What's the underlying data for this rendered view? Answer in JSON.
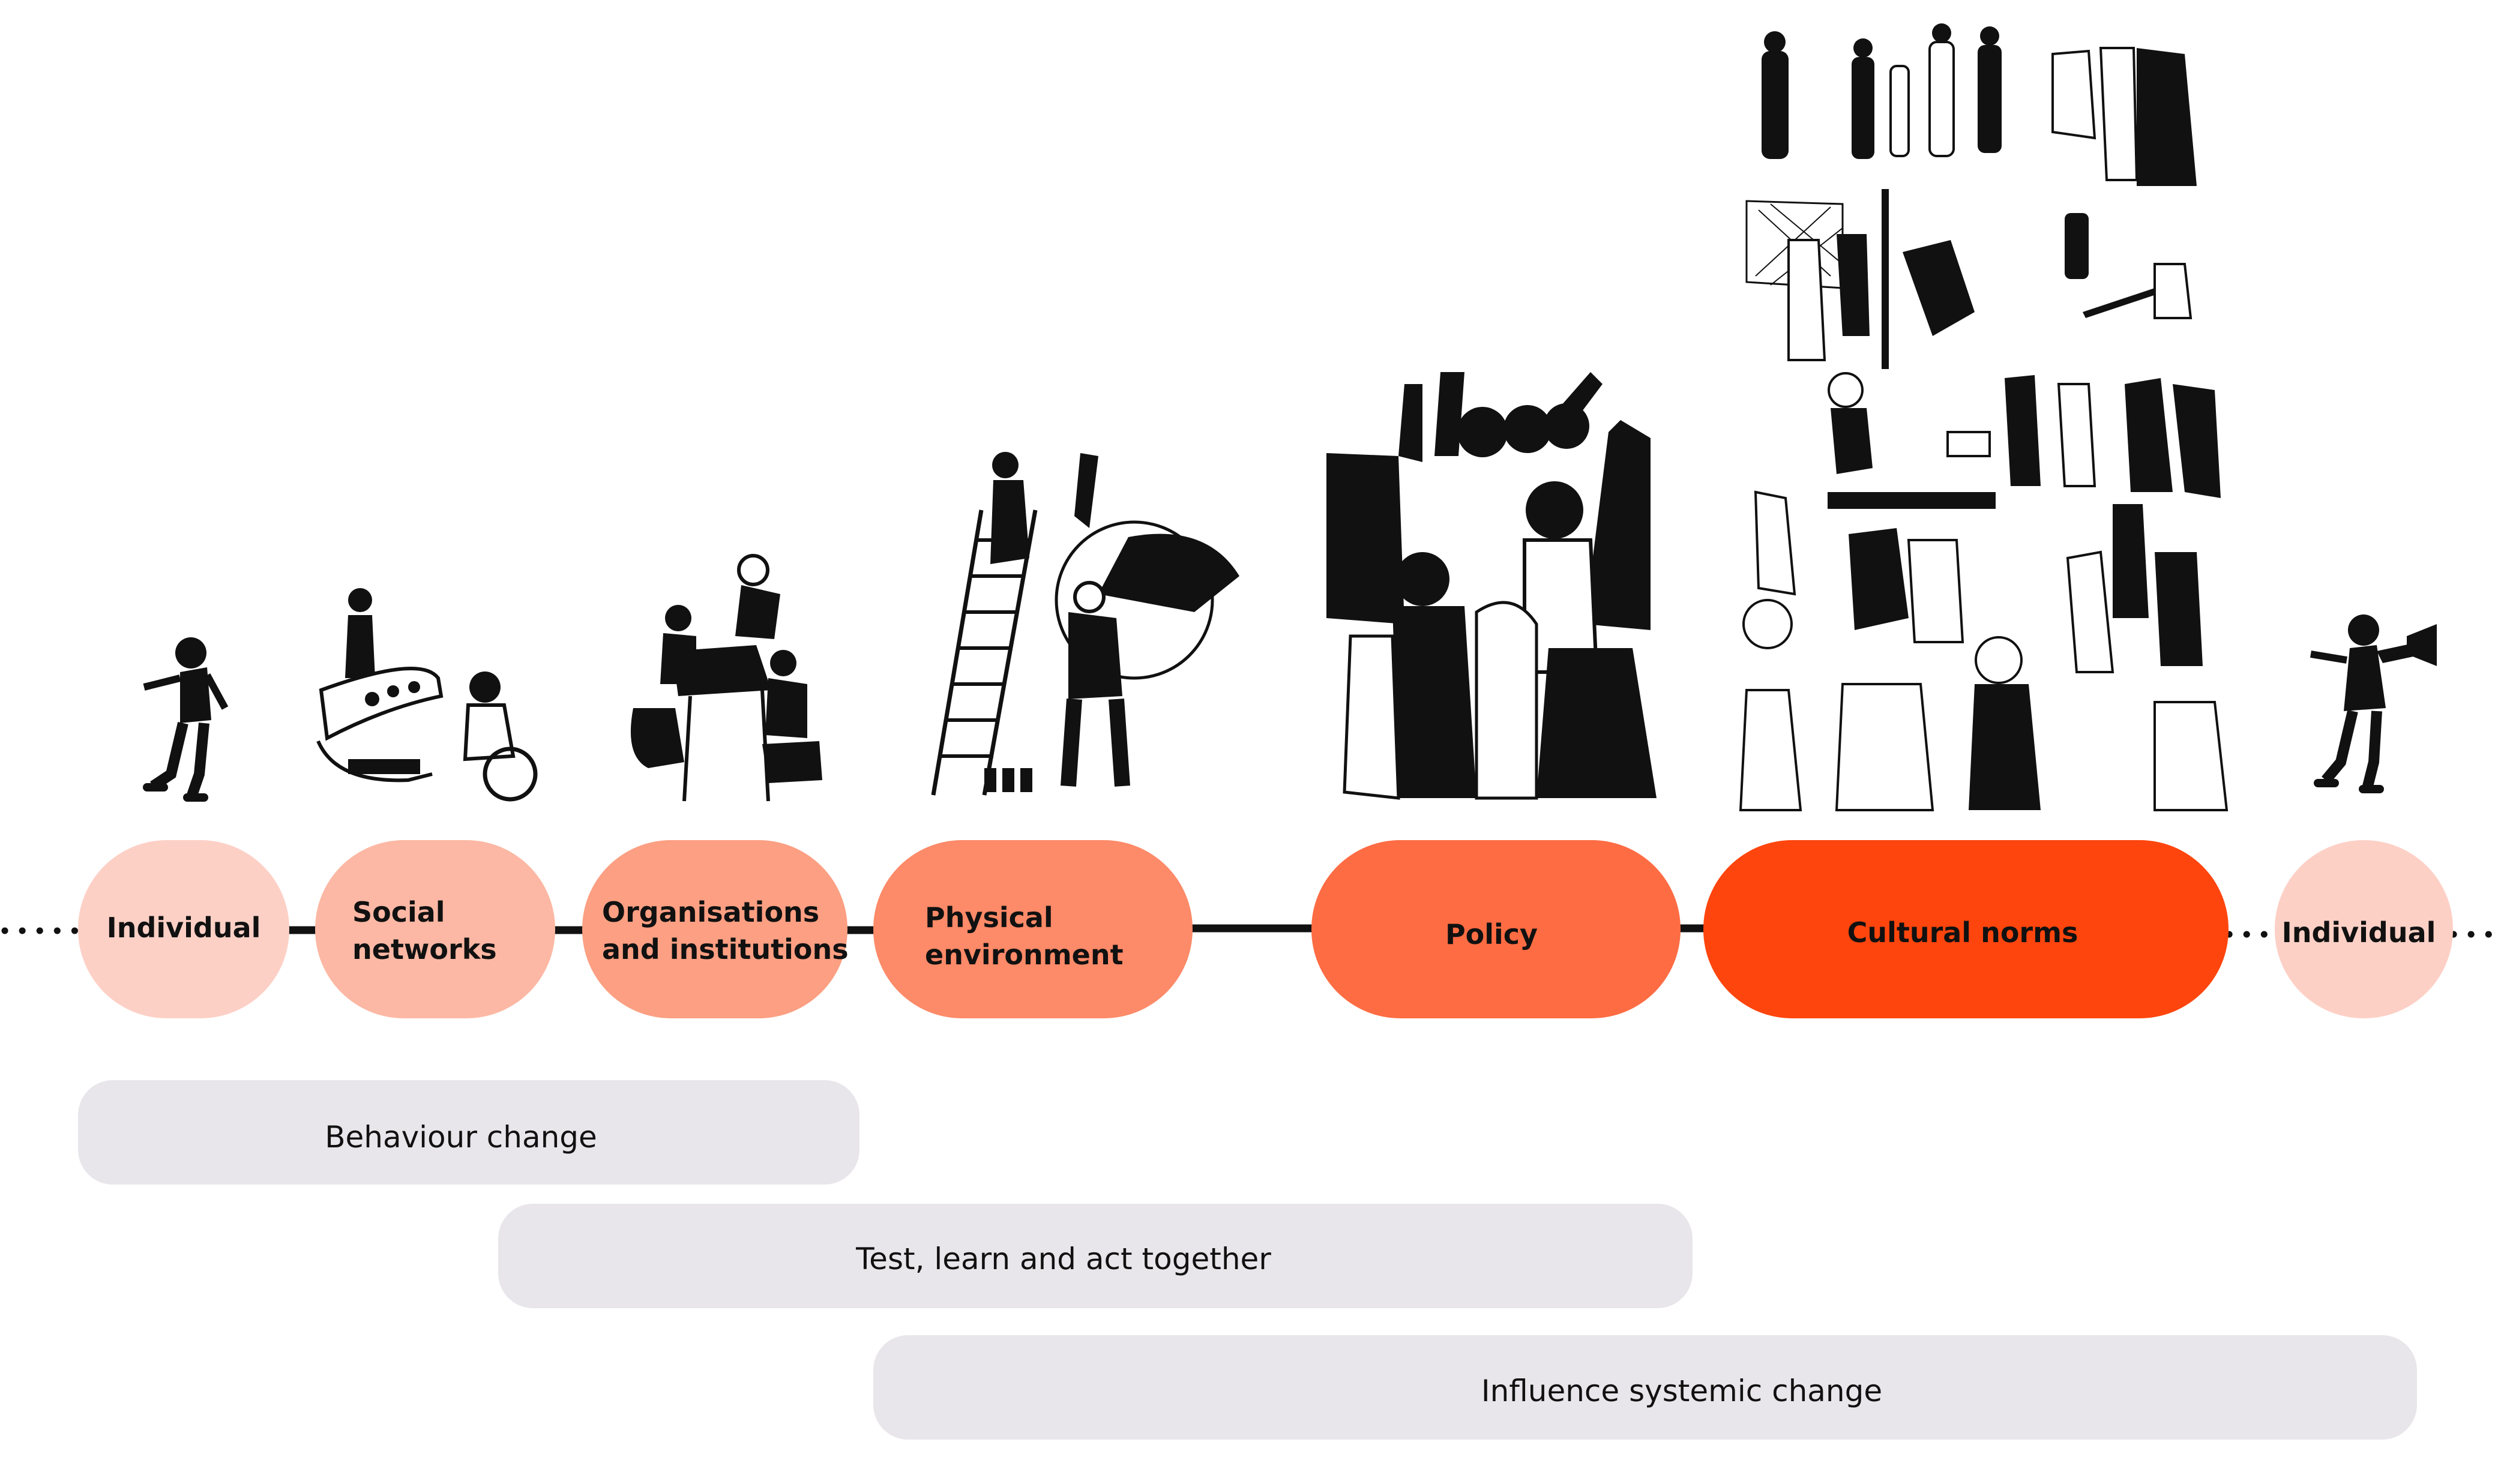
{
  "colors": {
    "level_1": "#fdd0c6",
    "level_2": "#fcb8a4",
    "level_3": "#fc9f82",
    "level_4": "#fd8a68",
    "level_5": "#fe6c43",
    "level_6": "#fe450d",
    "bar": "#e8e6ea",
    "connector": "#111111",
    "illustration": "#111111"
  },
  "stages": [
    {
      "lines": [
        "Individual"
      ]
    },
    {
      "lines": [
        "Social",
        "networks"
      ]
    },
    {
      "lines": [
        "Organisations",
        "and institutions"
      ]
    },
    {
      "lines": [
        "Physical",
        "environment"
      ]
    },
    {
      "lines": [
        "Policy"
      ]
    },
    {
      "lines": [
        "Cultural norms"
      ]
    },
    {
      "lines": [
        "Individual"
      ]
    }
  ],
  "bars": [
    {
      "label": "Behaviour change"
    },
    {
      "label": "Test, learn and act together"
    },
    {
      "label": "Influence systemic change"
    }
  ],
  "illustrations": [
    "person-skating-icon",
    "group-at-table-icon",
    "meeting-around-table-icon",
    "person-on-ladder-and-painter-icon",
    "crowd-protest-icon",
    "collage-community-icon",
    "person-with-megaphone-icon"
  ]
}
